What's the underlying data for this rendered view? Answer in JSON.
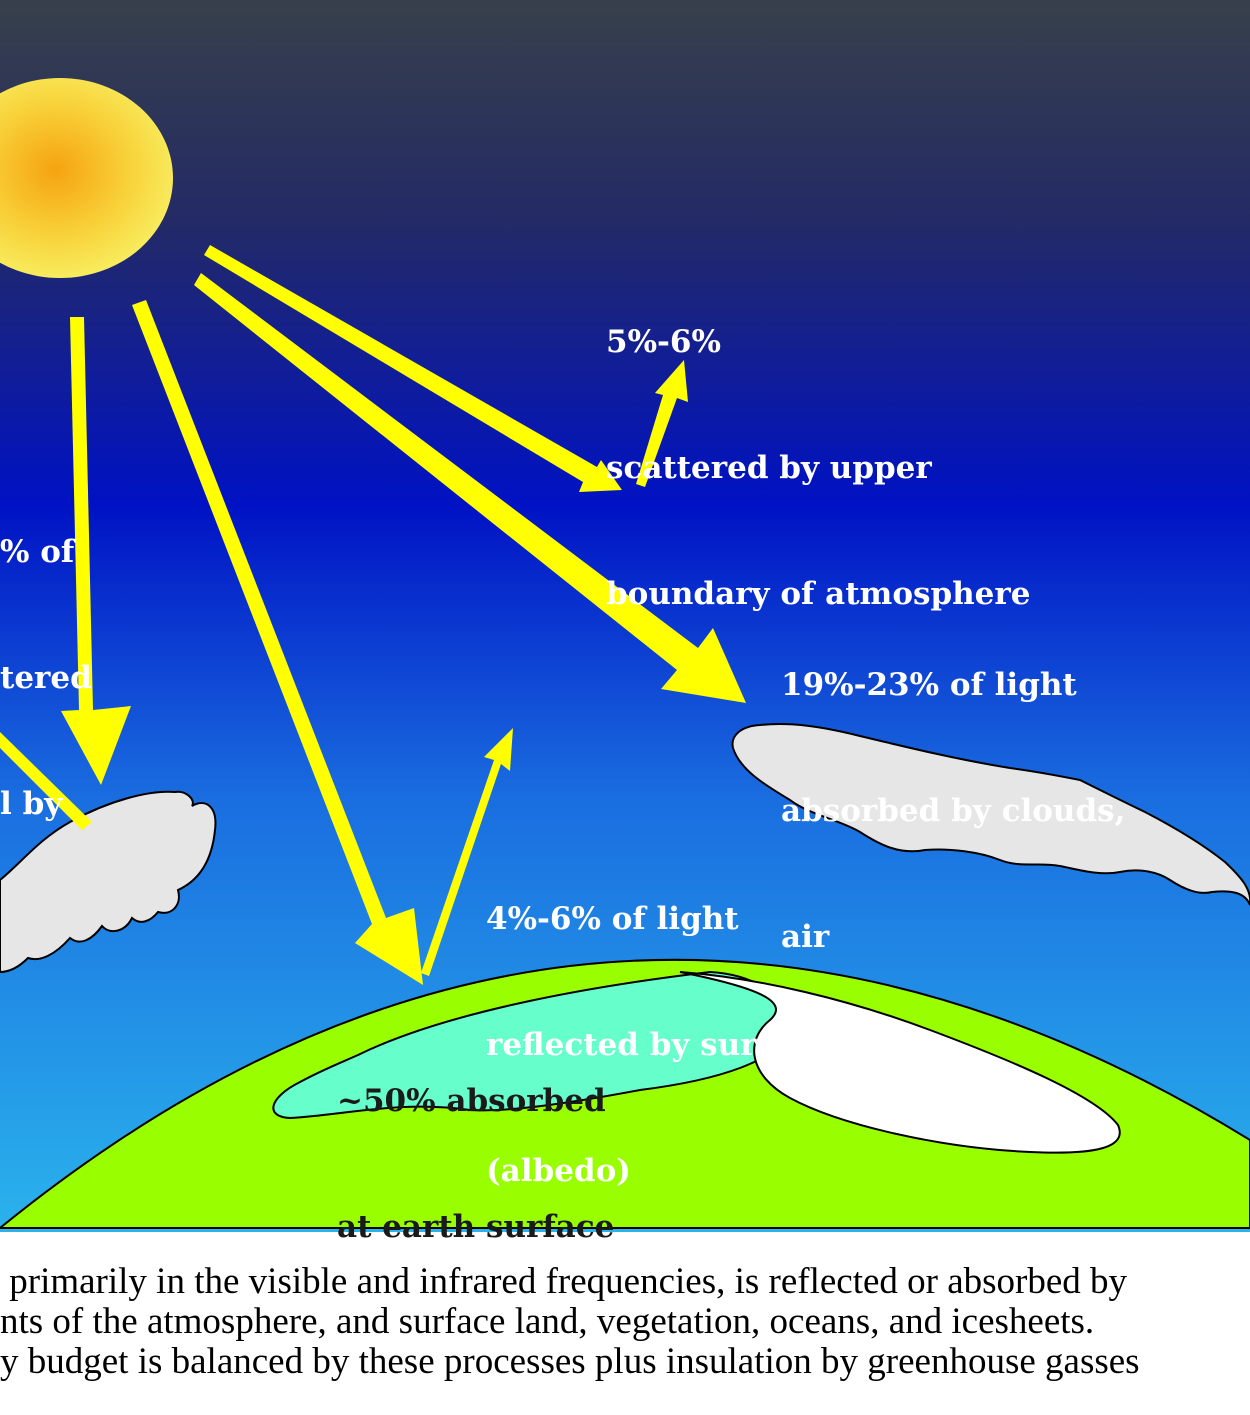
{
  "labels": {
    "upper_boundary": [
      "5%-6%",
      "scattered by upper",
      "boundary of atmosphere"
    ],
    "partial_left": [
      "% of",
      "tered",
      "l by"
    ],
    "clouds_air": [
      "19%-23% of light",
      "absorbed by clouds,",
      "air"
    ],
    "surface_reflected": [
      "4%-6% of light",
      "reflected by surface",
      "(albedo)"
    ],
    "surface_absorbed": [
      "~50% absorbed",
      "at earth surface"
    ]
  },
  "caption": [
    " primarily in the visible and infrared frequencies, is reflected or absorbed by",
    "nts of the atmosphere, and surface land, vegetation, oceans, and icesheets.",
    "y budget is balanced by these processes plus insulation by greenhouse gasses"
  ],
  "colors": {
    "sky_top": "#37404a",
    "sky_mid": "#0012c4",
    "sky_bottom": "#2ab3ec",
    "sun_core": "#f6a310",
    "sun_edge": "#f8f060",
    "arrow": "#ffff00",
    "earth": "#99ff00",
    "water": "#66ffcc",
    "ice": "#ffffff",
    "cloud": "#e6e6e6"
  },
  "icons": [
    "sun-icon",
    "cloud-icon",
    "earth-icon",
    "arrow-icon"
  ]
}
